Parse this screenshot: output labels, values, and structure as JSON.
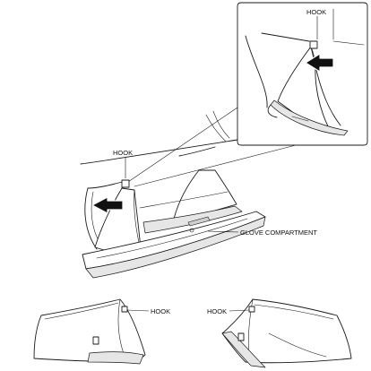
{
  "labels": {
    "inset_hook": "HOOK",
    "main_hook": "HOOK",
    "glove_compartment": "GLOVE COMPARTMENT",
    "left_view_hook": "HOOK",
    "right_view_hook": "HOOK"
  }
}
